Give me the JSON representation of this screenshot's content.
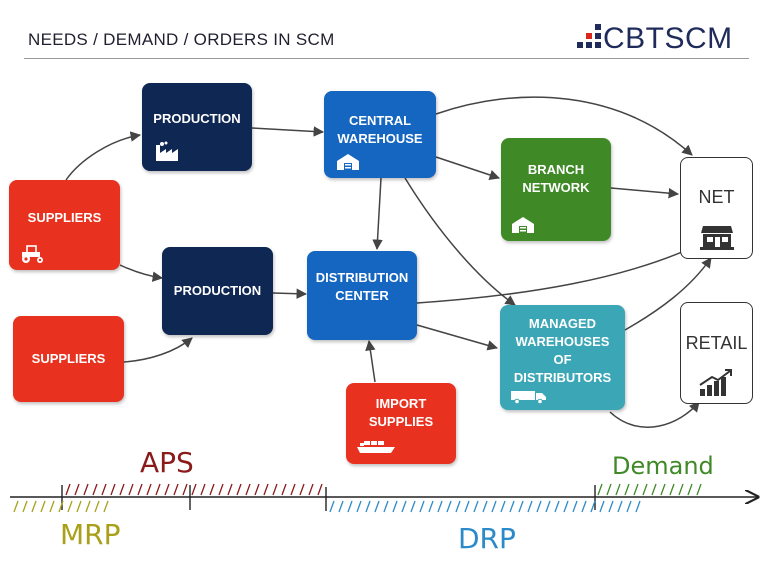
{
  "header": {
    "title": "NEEDS / DEMAND / ORDERS IN SCM"
  },
  "logo": {
    "text_part1": "CBT",
    "text_part2": "SCM",
    "accent_color": "#d9271d",
    "brand_color": "#1f2b5a"
  },
  "nodes": {
    "suppliers_top": {
      "label": "SUPPLIERS",
      "icon": "tractor-icon"
    },
    "suppliers_bottom": {
      "label": "SUPPLIERS"
    },
    "production_top": {
      "label": "PRODUCTION",
      "icon": "factory-icon"
    },
    "production_mid": {
      "label": "PRODUCTION"
    },
    "central_warehouse": {
      "label": "CENTRAL\nWAREHOUSE",
      "icon": "warehouse-icon"
    },
    "distribution_center": {
      "label": "DISTRIBUTION\nCENTER"
    },
    "branch_network": {
      "label": "BRANCH\nNETWORK",
      "icon": "warehouse-icon"
    },
    "managed_warehouses": {
      "label": "MANAGED\nWAREHOUSES\nOF\nDISTRIBUTORS",
      "icon": "truck-icon"
    },
    "import_supplies": {
      "label": "IMPORT\nSUPPLIES",
      "icon": "ship-icon"
    },
    "net": {
      "label": "NET",
      "icon": "store-icon"
    },
    "retail": {
      "label": "RETAIL",
      "icon": "growth-chart-icon"
    }
  },
  "timeline": {
    "aps": "APS",
    "mrp": "MRP",
    "drp": "DRP",
    "demand": "Demand"
  },
  "colors": {
    "suppliers": "#e8321f",
    "production": "#0f2753",
    "warehouse": "#1466c1",
    "branch": "#3f8a27",
    "managed": "#3ba6b5",
    "aps_hatch": "#8b1a1a",
    "mrp_hatch": "#a8a018",
    "drp_hatch": "#2b8ac9",
    "demand_hatch": "#3f8a27"
  }
}
